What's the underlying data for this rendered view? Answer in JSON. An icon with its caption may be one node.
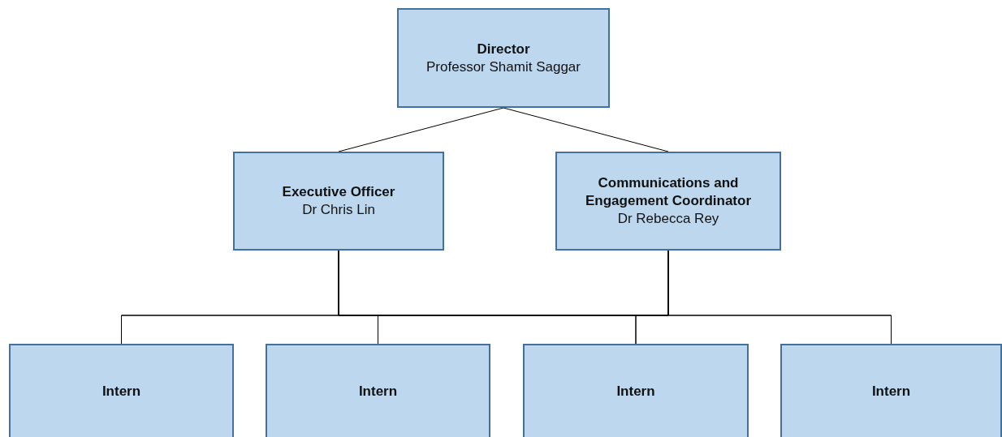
{
  "diagram": {
    "nodes": [
      {
        "text": [
          "Director",
          "Professor Shamit Saggar"
        ]
      },
      {
        "text": [
          "Executive Officer",
          "Dr Chris Lin"
        ]
      },
      {
        "text": [
          "Communications and Engagement Coordinator",
          "Dr Rebecca Rey"
        ]
      },
      {
        "text": [
          "Intern"
        ]
      },
      {
        "text": [
          "Intern"
        ]
      },
      {
        "text": [
          "Intern"
        ]
      },
      {
        "text": [
          "Intern"
        ]
      }
    ],
    "edges": [
      {
        "from": 0,
        "to": 1,
        "arrow": "none"
      },
      {
        "from": 0,
        "to": 2,
        "arrow": "none"
      },
      {
        "from": 1,
        "to": 3,
        "arrow": "none"
      },
      {
        "from": 1,
        "to": 4,
        "arrow": "none"
      },
      {
        "from": 1,
        "to": 5,
        "arrow": "none"
      },
      {
        "from": 1,
        "to": 6,
        "arrow": "none"
      },
      {
        "from": 2,
        "to": 3,
        "arrow": "none"
      },
      {
        "from": 2,
        "to": 4,
        "arrow": "none"
      },
      {
        "from": 2,
        "to": 5,
        "arrow": "none"
      },
      {
        "from": 2,
        "to": 6,
        "arrow": "none"
      }
    ]
  }
}
